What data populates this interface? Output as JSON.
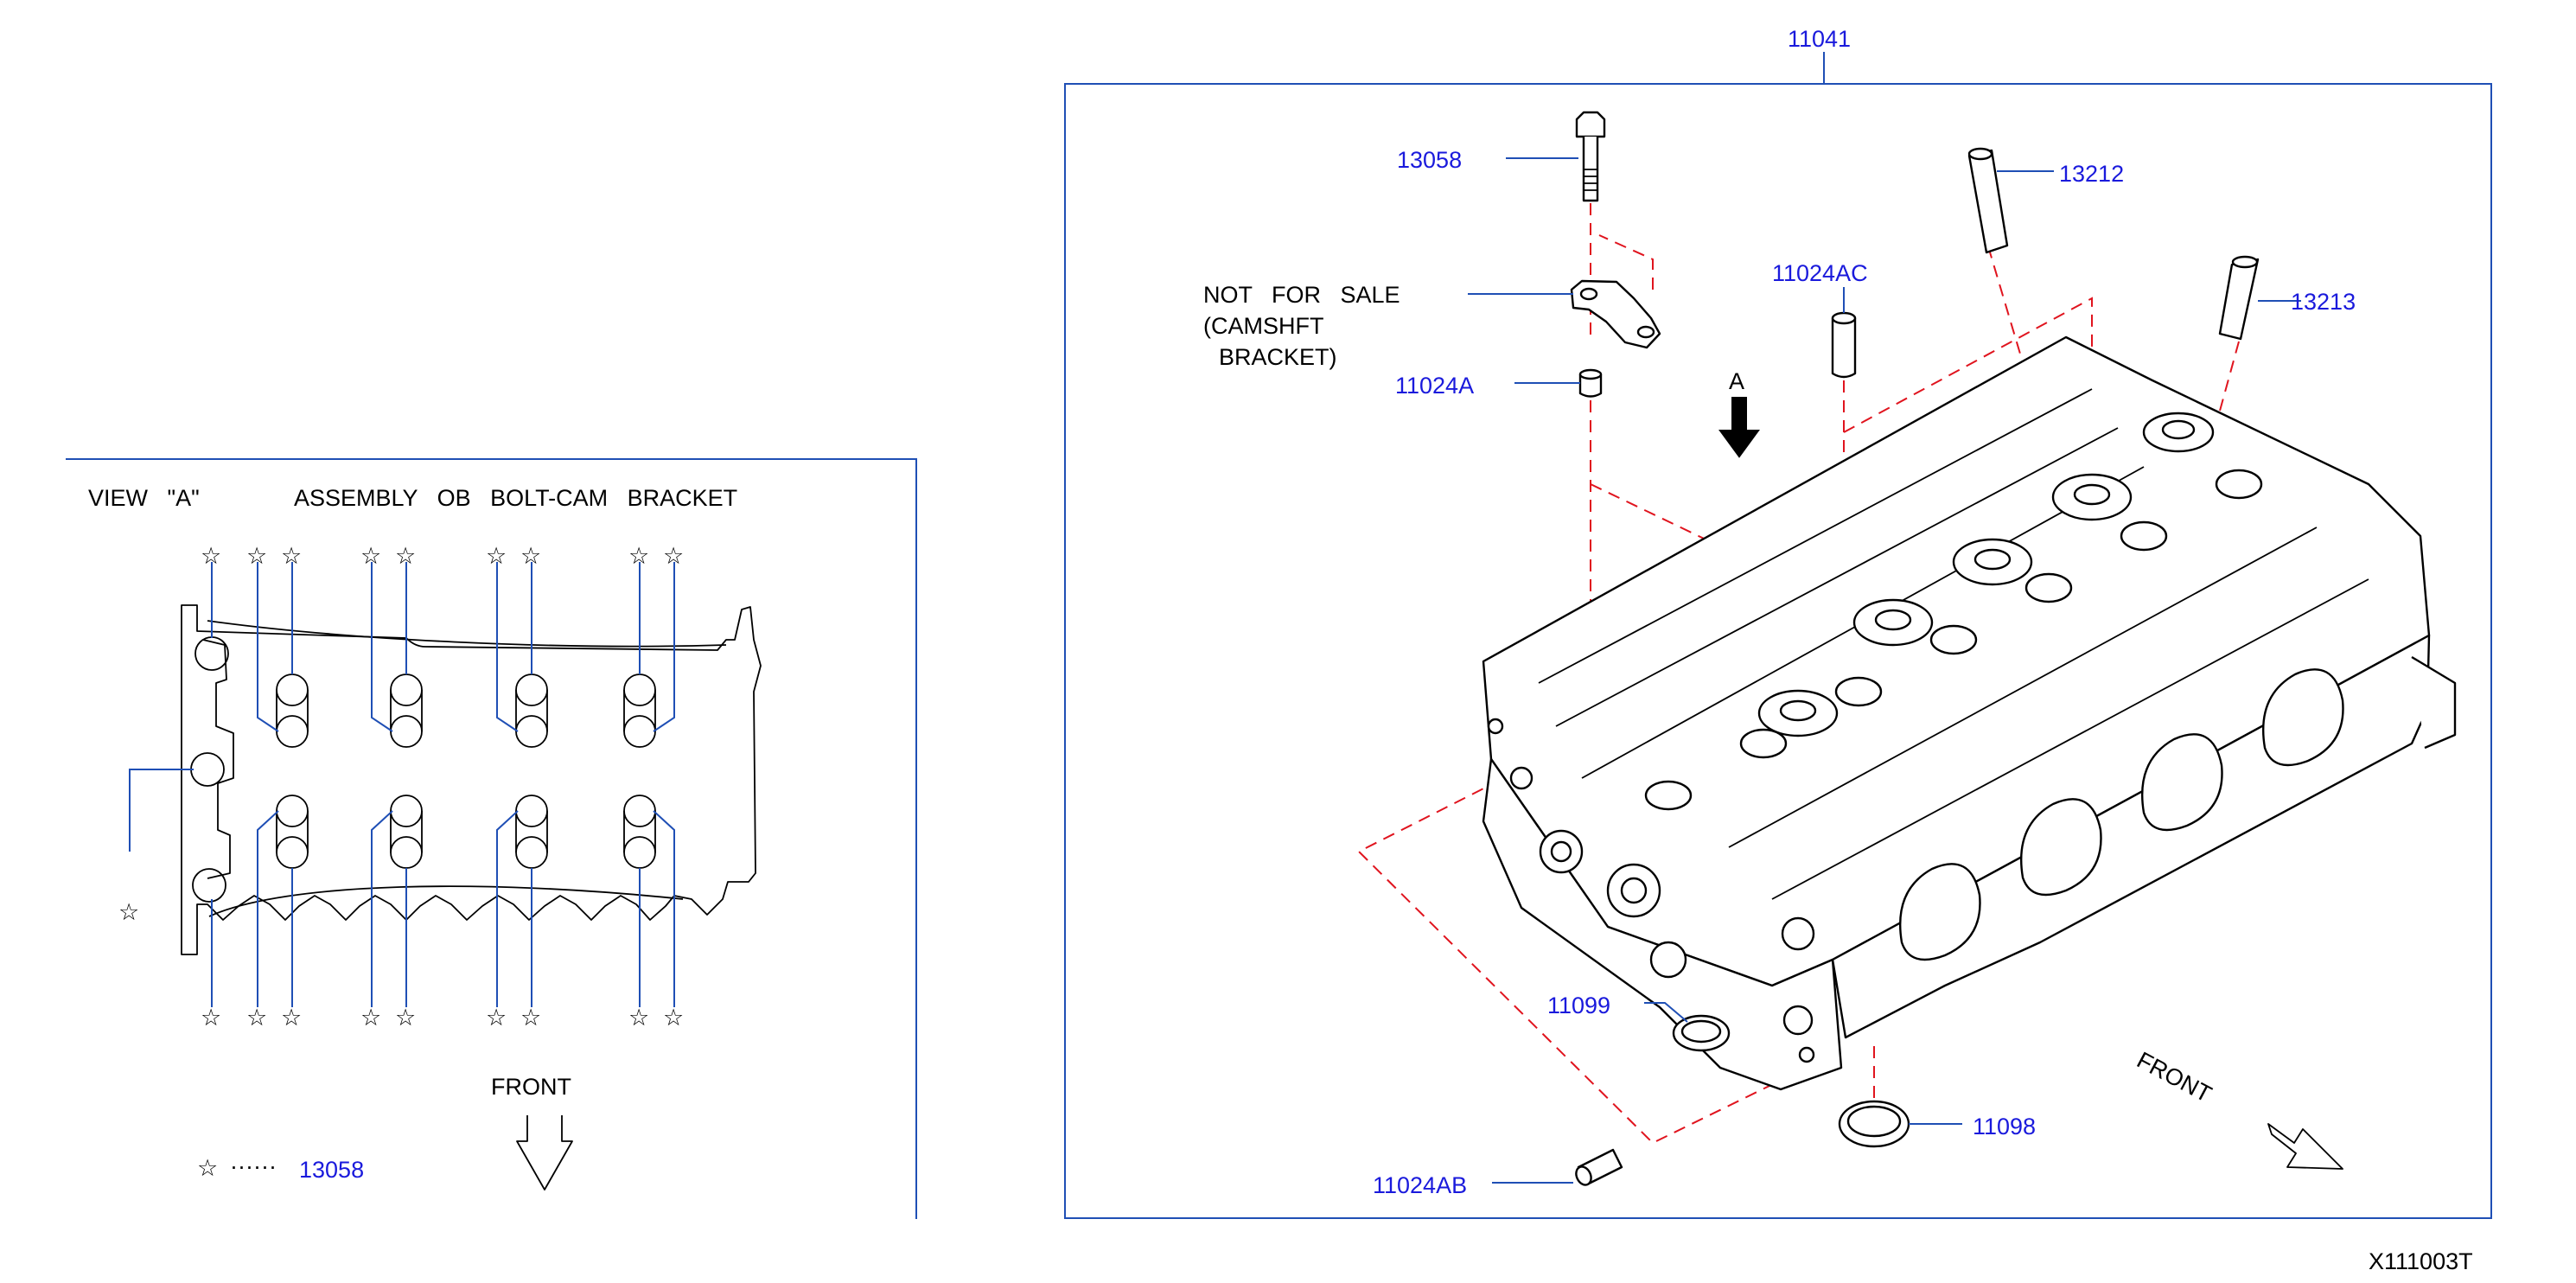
{
  "view_panel": {
    "heading_view": "VIEW   \"A\"",
    "heading_assembly": "ASSEMBLY   OB   BOLT-CAM   BRACKET",
    "front_label": "FRONT",
    "legend_symbol": "☆",
    "legend_dots": "······",
    "legend_part": "13058"
  },
  "callouts": {
    "head": "11041",
    "bolt": "13058",
    "guide_intake": "13212",
    "guide_exhaust": "13213",
    "dowel_top": "11024AC",
    "dowel_bracket": "11024A",
    "ring_small": "11099",
    "ring_large": "11098",
    "dowel_bottom": "11024AB"
  },
  "note": {
    "line1": "NOT   FOR   SALE",
    "line2": "(CAMSHFT",
    "line3": "BRACKET)"
  },
  "view_arrow_label": "A",
  "front_label": "FRONT",
  "figure_id": "X111003T",
  "colors": {
    "part_number": "#1a1adc",
    "leader": "#1f4fb5",
    "phantom": "#e0141e",
    "line": "#000000"
  }
}
